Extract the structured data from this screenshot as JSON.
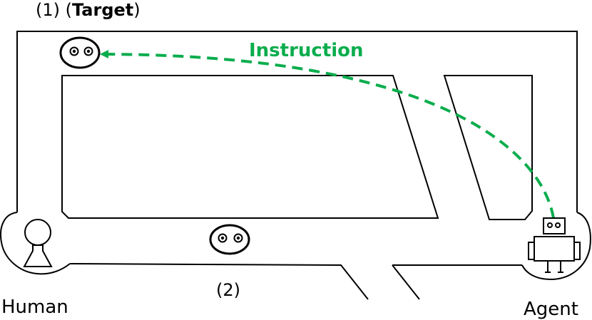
{
  "labels": {
    "target_number": "(1)",
    "target_open": "(",
    "target_word": "Target",
    "target_close": ")",
    "instruction": "Instruction",
    "second_number": "(2)",
    "human": "Human",
    "agent": "Agent"
  },
  "colors": {
    "instruction": "#0aad4d",
    "line": "#000000",
    "background": "#ffffff"
  },
  "icons": {
    "target_robot": "robot-face-icon",
    "second_robot": "robot-face-icon",
    "human": "human-person-icon",
    "agent": "agent-robot-icon"
  }
}
